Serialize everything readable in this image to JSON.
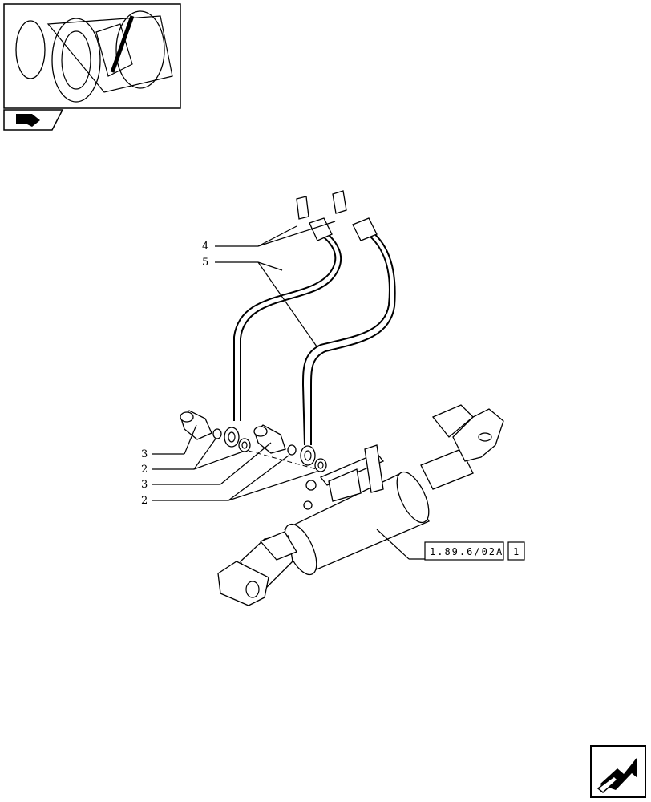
{
  "callouts": {
    "hose_pair": "4",
    "hose_pair_b": "5",
    "screw_a": "3",
    "washer_a": "2",
    "screw_b": "3",
    "washer_b": "2"
  },
  "reference": {
    "code": "1.89.6/02A",
    "suffix": "1"
  },
  "icons": {
    "thumbnail": "tractor-location-thumbnail",
    "section": "section-arrow-icon",
    "next_page": "next-page-arrow-icon"
  }
}
